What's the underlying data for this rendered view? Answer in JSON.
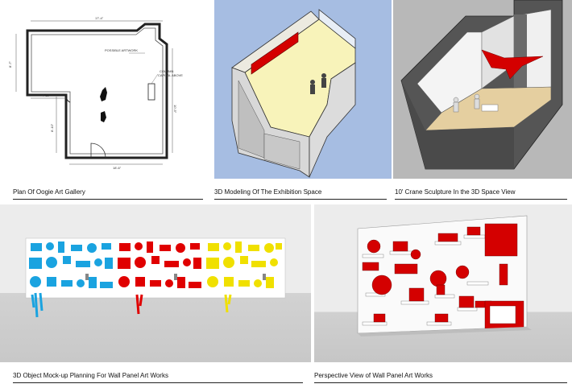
{
  "panels": {
    "plan": {
      "caption": "Plan Of Oogie Art Gallery",
      "labels": {
        "possible_artwork": "POSSIBLE ARTWORK",
        "column": "COLUMN",
        "capital_above": "CAPITAL ABOVE",
        "dim_top": "17'-4\"",
        "dim_left_upper": "8'-7\"",
        "dim_left_lower": "8'-10\"",
        "dim_inner": "4'-10\"",
        "dim_right": "10'-5\"",
        "dim_bottom": "18'-6\""
      }
    },
    "model": {
      "caption": "3D Modeling Of The Exhibition Space"
    },
    "crane": {
      "caption": "10' Crane Sculpture In the 3D Space View"
    },
    "mockup": {
      "caption": "3D Object Mock-up Planning For Wall Panel Art Works"
    },
    "perspective": {
      "caption": "Perspective View of Wall Panel Art Works"
    }
  },
  "colors": {
    "accent_red": "#d40000",
    "accent_blue": "#1aa3e0",
    "accent_yellow": "#f0e000",
    "floor_yellow": "#f7f2b8",
    "sky_blue": "#9fb7dc"
  }
}
